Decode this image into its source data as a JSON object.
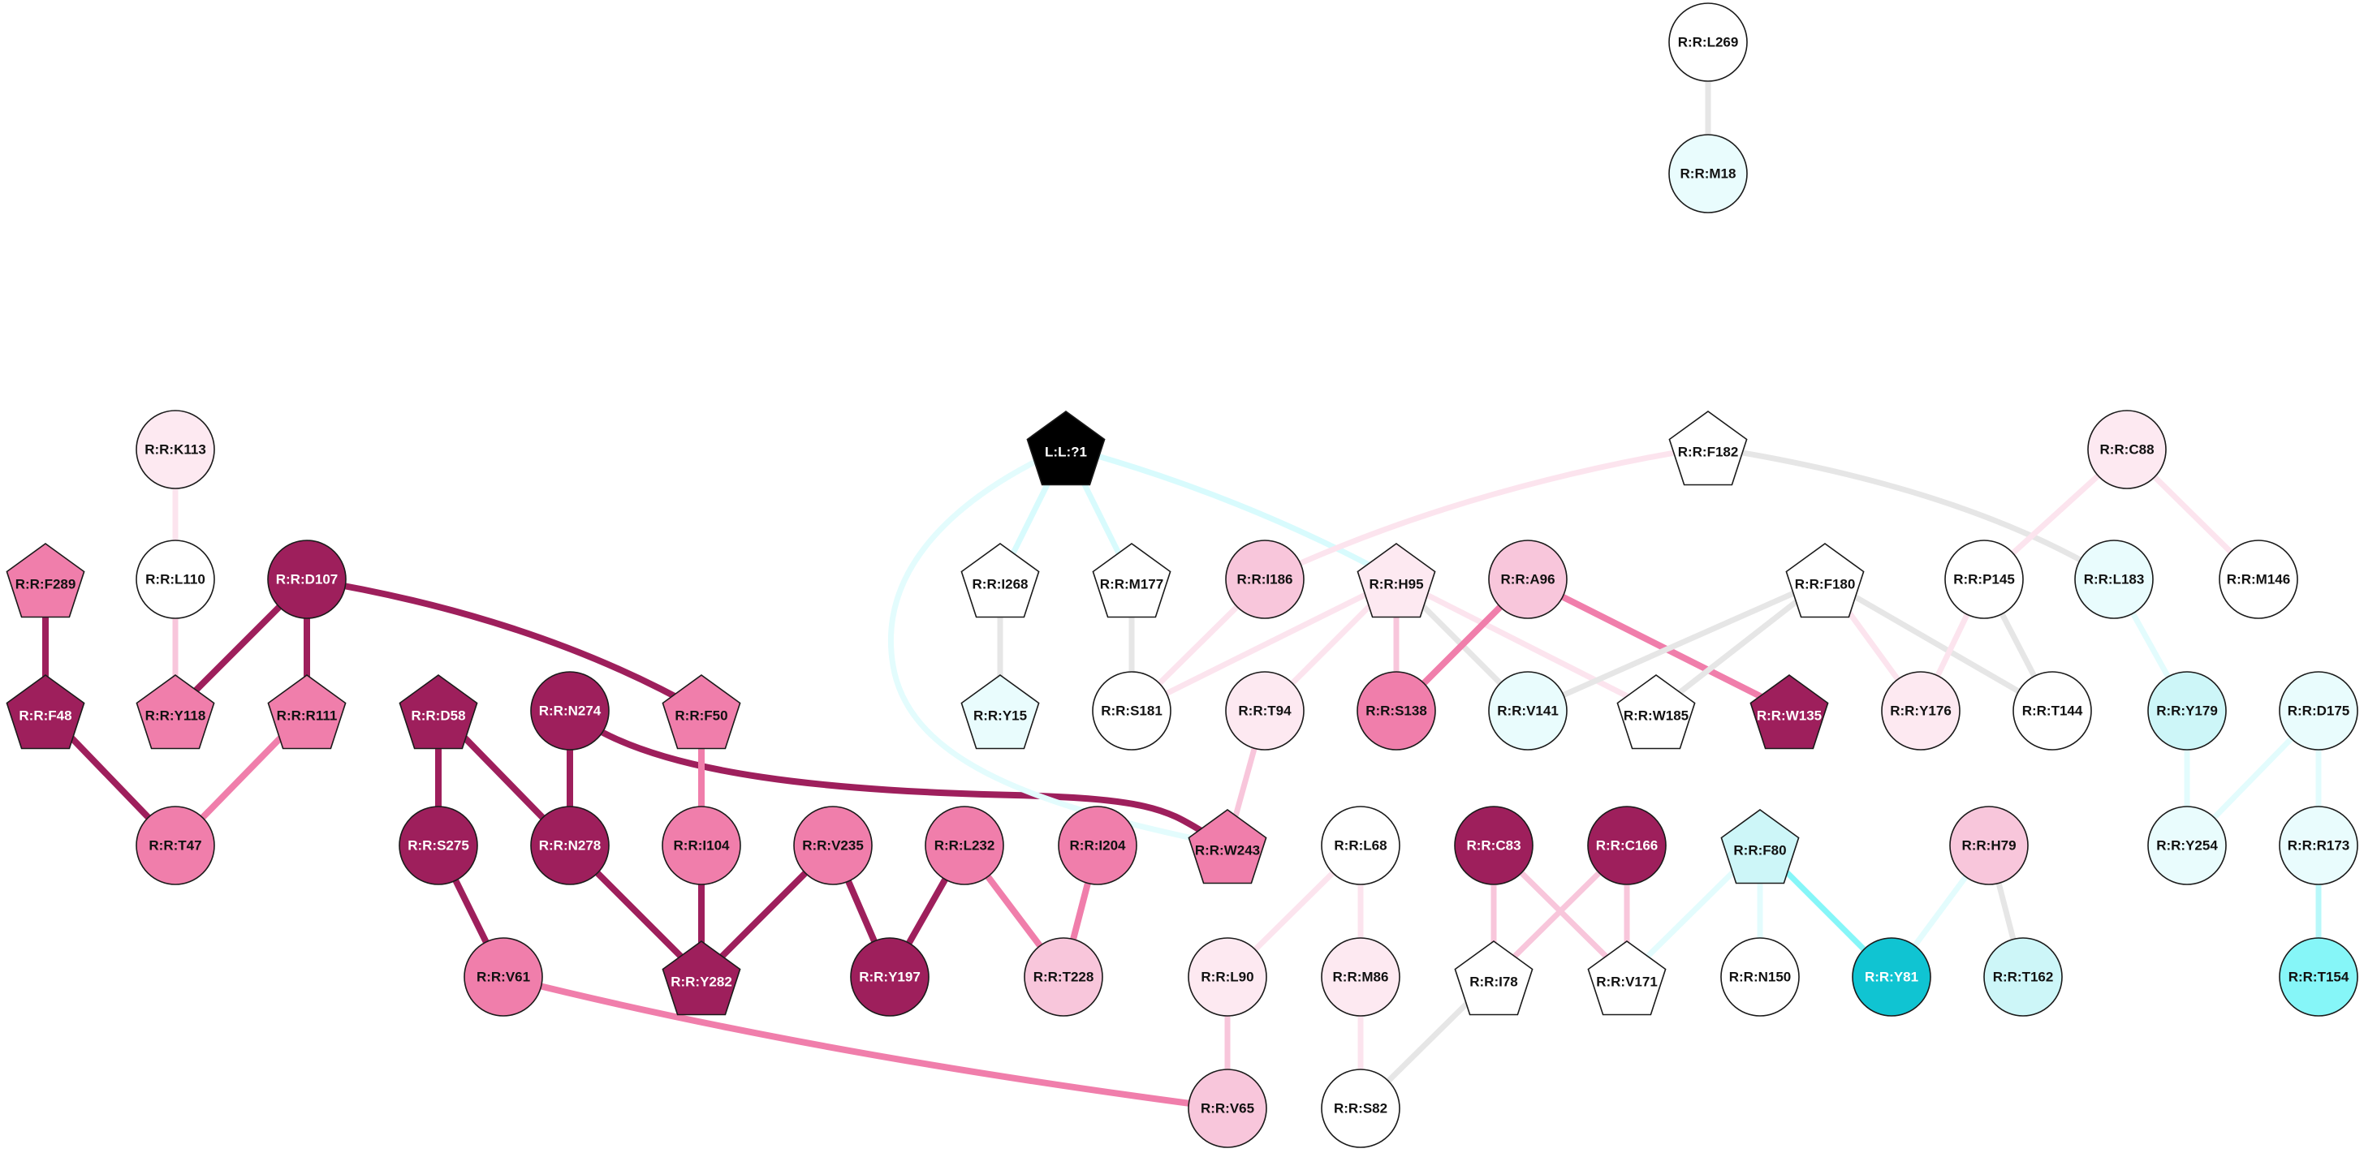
{
  "colors": {
    "c0": "#ffffff",
    "c1": "#fde9f1",
    "c2": "#f8c6db",
    "c3": "#f07eab",
    "c4": "#9e1f5c",
    "c5": "#000000",
    "b1": "#e9fcfd",
    "b2": "#cdf6f8",
    "b3": "#86f6f8",
    "b4": "#10c4d2"
  },
  "nodes": [
    {
      "id": "L269",
      "label": "R:R:L269",
      "shape": "circle",
      "fill": "c0"
    },
    {
      "id": "M18",
      "label": "R:R:M18",
      "shape": "circle",
      "fill": "b1"
    },
    {
      "id": "K113",
      "label": "R:R:K113",
      "shape": "circle",
      "fill": "c1"
    },
    {
      "id": "L71",
      "label": "L:L:?1",
      "shape": "pentagon",
      "fill": "c5"
    },
    {
      "id": "F182",
      "label": "R:R:F182",
      "shape": "pentagon",
      "fill": "c0"
    },
    {
      "id": "C88",
      "label": "R:R:C88",
      "shape": "circle",
      "fill": "c1"
    },
    {
      "id": "F289",
      "label": "R:R:F289",
      "shape": "pentagon",
      "fill": "c3"
    },
    {
      "id": "L110",
      "label": "R:R:L110",
      "shape": "circle",
      "fill": "c0"
    },
    {
      "id": "D107",
      "label": "R:R:D107",
      "shape": "circle",
      "fill": "c4"
    },
    {
      "id": "I268",
      "label": "R:R:I268",
      "shape": "pentagon",
      "fill": "c0"
    },
    {
      "id": "M177",
      "label": "R:R:M177",
      "shape": "pentagon",
      "fill": "c0"
    },
    {
      "id": "I186",
      "label": "R:R:I186",
      "shape": "circle",
      "fill": "c2"
    },
    {
      "id": "H95",
      "label": "R:R:H95",
      "shape": "pentagon",
      "fill": "c1"
    },
    {
      "id": "A96",
      "label": "R:R:A96",
      "shape": "circle",
      "fill": "c2"
    },
    {
      "id": "F180",
      "label": "R:R:F180",
      "shape": "pentagon",
      "fill": "c0"
    },
    {
      "id": "P145",
      "label": "R:R:P145",
      "shape": "circle",
      "fill": "c0"
    },
    {
      "id": "L183",
      "label": "R:R:L183",
      "shape": "circle",
      "fill": "b1"
    },
    {
      "id": "M146",
      "label": "R:R:M146",
      "shape": "circle",
      "fill": "c0"
    },
    {
      "id": "F48",
      "label": "R:R:F48",
      "shape": "pentagon",
      "fill": "c4"
    },
    {
      "id": "Y118",
      "label": "R:R:Y118",
      "shape": "pentagon",
      "fill": "c3"
    },
    {
      "id": "R111",
      "label": "R:R:R111",
      "shape": "pentagon",
      "fill": "c3"
    },
    {
      "id": "D58",
      "label": "R:R:D58",
      "shape": "pentagon",
      "fill": "c4"
    },
    {
      "id": "N274",
      "label": "R:R:N274",
      "shape": "circle",
      "fill": "c4"
    },
    {
      "id": "F50",
      "label": "R:R:F50",
      "shape": "pentagon",
      "fill": "c3"
    },
    {
      "id": "Y15",
      "label": "R:R:Y15",
      "shape": "pentagon",
      "fill": "b1"
    },
    {
      "id": "S181",
      "label": "R:R:S181",
      "shape": "circle",
      "fill": "c0"
    },
    {
      "id": "T94",
      "label": "R:R:T94",
      "shape": "circle",
      "fill": "c1"
    },
    {
      "id": "S138",
      "label": "R:R:S138",
      "shape": "circle",
      "fill": "c3"
    },
    {
      "id": "V141",
      "label": "R:R:V141",
      "shape": "circle",
      "fill": "b1"
    },
    {
      "id": "W185",
      "label": "R:R:W185",
      "shape": "pentagon",
      "fill": "c0"
    },
    {
      "id": "W135",
      "label": "R:R:W135",
      "shape": "pentagon",
      "fill": "c4"
    },
    {
      "id": "Y176",
      "label": "R:R:Y176",
      "shape": "circle",
      "fill": "c1"
    },
    {
      "id": "T144",
      "label": "R:R:T144",
      "shape": "circle",
      "fill": "c0"
    },
    {
      "id": "Y179",
      "label": "R:R:Y179",
      "shape": "circle",
      "fill": "b2"
    },
    {
      "id": "D175",
      "label": "R:R:D175",
      "shape": "circle",
      "fill": "b1"
    },
    {
      "id": "T47",
      "label": "R:R:T47",
      "shape": "circle",
      "fill": "c3"
    },
    {
      "id": "S275",
      "label": "R:R:S275",
      "shape": "circle",
      "fill": "c4"
    },
    {
      "id": "N278",
      "label": "R:R:N278",
      "shape": "circle",
      "fill": "c4"
    },
    {
      "id": "I104",
      "label": "R:R:I104",
      "shape": "circle",
      "fill": "c3"
    },
    {
      "id": "V235",
      "label": "R:R:V235",
      "shape": "circle",
      "fill": "c3"
    },
    {
      "id": "L232",
      "label": "R:R:L232",
      "shape": "circle",
      "fill": "c3"
    },
    {
      "id": "I204",
      "label": "R:R:I204",
      "shape": "circle",
      "fill": "c3"
    },
    {
      "id": "W243",
      "label": "R:R:W243",
      "shape": "pentagon",
      "fill": "c3"
    },
    {
      "id": "L68",
      "label": "R:R:L68",
      "shape": "circle",
      "fill": "c0"
    },
    {
      "id": "C83",
      "label": "R:R:C83",
      "shape": "circle",
      "fill": "c4"
    },
    {
      "id": "C166",
      "label": "R:R:C166",
      "shape": "circle",
      "fill": "c4"
    },
    {
      "id": "F80",
      "label": "R:R:F80",
      "shape": "pentagon",
      "fill": "b2"
    },
    {
      "id": "H79",
      "label": "R:R:H79",
      "shape": "circle",
      "fill": "c2"
    },
    {
      "id": "Y254",
      "label": "R:R:Y254",
      "shape": "circle",
      "fill": "b1"
    },
    {
      "id": "R173",
      "label": "R:R:R173",
      "shape": "circle",
      "fill": "b1"
    },
    {
      "id": "V61",
      "label": "R:R:V61",
      "shape": "circle",
      "fill": "c3"
    },
    {
      "id": "Y282",
      "label": "R:R:Y282",
      "shape": "pentagon",
      "fill": "c4"
    },
    {
      "id": "Y197",
      "label": "R:R:Y197",
      "shape": "circle",
      "fill": "c4"
    },
    {
      "id": "T228",
      "label": "R:R:T228",
      "shape": "circle",
      "fill": "c2"
    },
    {
      "id": "L90",
      "label": "R:R:L90",
      "shape": "circle",
      "fill": "c1"
    },
    {
      "id": "M86",
      "label": "R:R:M86",
      "shape": "circle",
      "fill": "c1"
    },
    {
      "id": "I78",
      "label": "R:R:I78",
      "shape": "pentagon",
      "fill": "c0"
    },
    {
      "id": "V171",
      "label": "R:R:V171",
      "shape": "pentagon",
      "fill": "c0"
    },
    {
      "id": "N150",
      "label": "R:R:N150",
      "shape": "circle",
      "fill": "c0"
    },
    {
      "id": "Y81",
      "label": "R:R:Y81",
      "shape": "circle",
      "fill": "b4"
    },
    {
      "id": "T162",
      "label": "R:R:T162",
      "shape": "circle",
      "fill": "b2"
    },
    {
      "id": "T154",
      "label": "R:R:T154",
      "shape": "circle",
      "fill": "b3"
    },
    {
      "id": "V65",
      "label": "R:R:V65",
      "shape": "circle",
      "fill": "c2"
    },
    {
      "id": "S82",
      "label": "R:R:S82",
      "shape": "circle",
      "fill": "c0"
    }
  ],
  "edges": [
    {
      "from": "L269",
      "to": "M18",
      "color": "#e6e6e6",
      "weight": 2
    },
    {
      "from": "K113",
      "to": "L110",
      "color": "#fce4ee",
      "weight": 2
    },
    {
      "from": "L110",
      "to": "Y118",
      "color": "#f8c6db",
      "weight": 2
    },
    {
      "from": "F289",
      "to": "F48",
      "color": "#9e1f5c",
      "weight": 3
    },
    {
      "from": "F48",
      "to": "T47",
      "color": "#9e1f5c",
      "weight": 3
    },
    {
      "from": "D107",
      "to": "Y118",
      "color": "#9e1f5c",
      "weight": 3
    },
    {
      "from": "D107",
      "to": "R111",
      "color": "#9e1f5c",
      "weight": 3
    },
    {
      "from": "D107",
      "to": "F50",
      "color": "#9e1f5c",
      "weight": 3
    },
    {
      "from": "R111",
      "to": "T47",
      "color": "#f07eab",
      "weight": 3
    },
    {
      "from": "D58",
      "to": "S275",
      "color": "#9e1f5c",
      "weight": 3
    },
    {
      "from": "D58",
      "to": "N278",
      "color": "#9e1f5c",
      "weight": 3
    },
    {
      "from": "N274",
      "to": "N278",
      "color": "#9e1f5c",
      "weight": 3
    },
    {
      "from": "N274",
      "to": "W243",
      "color": "#9e1f5c",
      "weight": 3
    },
    {
      "from": "F50",
      "to": "I104",
      "color": "#f07eab",
      "weight": 3
    },
    {
      "from": "S275",
      "to": "V61",
      "color": "#9e1f5c",
      "weight": 3
    },
    {
      "from": "N278",
      "to": "Y282",
      "color": "#9e1f5c",
      "weight": 3
    },
    {
      "from": "I104",
      "to": "Y282",
      "color": "#9e1f5c",
      "weight": 3
    },
    {
      "from": "V235",
      "to": "Y282",
      "color": "#9e1f5c",
      "weight": 3
    },
    {
      "from": "V235",
      "to": "Y197",
      "color": "#9e1f5c",
      "weight": 3
    },
    {
      "from": "L232",
      "to": "Y197",
      "color": "#9e1f5c",
      "weight": 3
    },
    {
      "from": "L232",
      "to": "T228",
      "color": "#f07eab",
      "weight": 3
    },
    {
      "from": "I204",
      "to": "T228",
      "color": "#f07eab",
      "weight": 3
    },
    {
      "from": "V61",
      "to": "V65",
      "color": "#f07eab",
      "weight": 3
    },
    {
      "from": "L71",
      "to": "I268",
      "color": "#d8fbfd",
      "weight": 2
    },
    {
      "from": "L71",
      "to": "M177",
      "color": "#d8fbfd",
      "weight": 2
    },
    {
      "from": "L71",
      "to": "H95",
      "color": "#d8fbfd",
      "weight": 2
    },
    {
      "from": "L71",
      "to": "W243",
      "color": "#e3fcfd",
      "weight": 2
    },
    {
      "from": "I268",
      "to": "Y15",
      "color": "#e6e6e6",
      "weight": 2
    },
    {
      "from": "M177",
      "to": "S181",
      "color": "#e6e6e6",
      "weight": 2
    },
    {
      "from": "F182",
      "to": "I186",
      "color": "#fce4ee",
      "weight": 2
    },
    {
      "from": "F182",
      "to": "L183",
      "color": "#e6e6e6",
      "weight": 2
    },
    {
      "from": "I186",
      "to": "S181",
      "color": "#fce4ee",
      "weight": 2
    },
    {
      "from": "H95",
      "to": "S181",
      "color": "#fce4ee",
      "weight": 2
    },
    {
      "from": "H95",
      "to": "T94",
      "color": "#fce4ee",
      "weight": 2
    },
    {
      "from": "H95",
      "to": "S138",
      "color": "#f8c6db",
      "weight": 2
    },
    {
      "from": "H95",
      "to": "V141",
      "color": "#e6e6e6",
      "weight": 2
    },
    {
      "from": "H95",
      "to": "W185",
      "color": "#fce4ee",
      "weight": 2
    },
    {
      "from": "T94",
      "to": "W243",
      "color": "#f8c6db",
      "weight": 2
    },
    {
      "from": "A96",
      "to": "S138",
      "color": "#f07eab",
      "weight": 3
    },
    {
      "from": "A96",
      "to": "W135",
      "color": "#f07eab",
      "weight": 3
    },
    {
      "from": "F180",
      "to": "V141",
      "color": "#e6e6e6",
      "weight": 2
    },
    {
      "from": "F180",
      "to": "W185",
      "color": "#e6e6e6",
      "weight": 2
    },
    {
      "from": "F180",
      "to": "Y176",
      "color": "#fce4ee",
      "weight": 2
    },
    {
      "from": "F180",
      "to": "T144",
      "color": "#e6e6e6",
      "weight": 2
    },
    {
      "from": "C88",
      "to": "P145",
      "color": "#fce4ee",
      "weight": 2
    },
    {
      "from": "C88",
      "to": "M146",
      "color": "#fce4ee",
      "weight": 2
    },
    {
      "from": "P145",
      "to": "Y176",
      "color": "#fce4ee",
      "weight": 2
    },
    {
      "from": "P145",
      "to": "T144",
      "color": "#e6e6e6",
      "weight": 2
    },
    {
      "from": "L183",
      "to": "Y179",
      "color": "#e3fcfd",
      "weight": 2
    },
    {
      "from": "Y179",
      "to": "Y254",
      "color": "#e3fcfd",
      "weight": 2
    },
    {
      "from": "D175",
      "to": "Y254",
      "color": "#e3fcfd",
      "weight": 2
    },
    {
      "from": "D175",
      "to": "R173",
      "color": "#e3fcfd",
      "weight": 2
    },
    {
      "from": "R173",
      "to": "T154",
      "color": "#b8f8fa",
      "weight": 2
    },
    {
      "from": "L68",
      "to": "L90",
      "color": "#fce4ee",
      "weight": 2
    },
    {
      "from": "L68",
      "to": "M86",
      "color": "#fce4ee",
      "weight": 2
    },
    {
      "from": "L90",
      "to": "V65",
      "color": "#f8c6db",
      "weight": 2
    },
    {
      "from": "M86",
      "to": "S82",
      "color": "#fce4ee",
      "weight": 2
    },
    {
      "from": "C83",
      "to": "I78",
      "color": "#f8c6db",
      "weight": 2
    },
    {
      "from": "C83",
      "to": "V171",
      "color": "#f8c6db",
      "weight": 2
    },
    {
      "from": "C166",
      "to": "I78",
      "color": "#f8c6db",
      "weight": 2
    },
    {
      "from": "C166",
      "to": "V171",
      "color": "#f8c6db",
      "weight": 2
    },
    {
      "from": "I78",
      "to": "S82",
      "color": "#e6e6e6",
      "weight": 2
    },
    {
      "from": "F80",
      "to": "V171",
      "color": "#e3fcfd",
      "weight": 2
    },
    {
      "from": "F80",
      "to": "N150",
      "color": "#e3fcfd",
      "weight": 2
    },
    {
      "from": "F80",
      "to": "Y81",
      "color": "#86f6f8",
      "weight": 2
    },
    {
      "from": "H79",
      "to": "Y81",
      "color": "#e3fcfd",
      "weight": 2
    },
    {
      "from": "H79",
      "to": "T162",
      "color": "#e6e6e6",
      "weight": 2
    }
  ]
}
